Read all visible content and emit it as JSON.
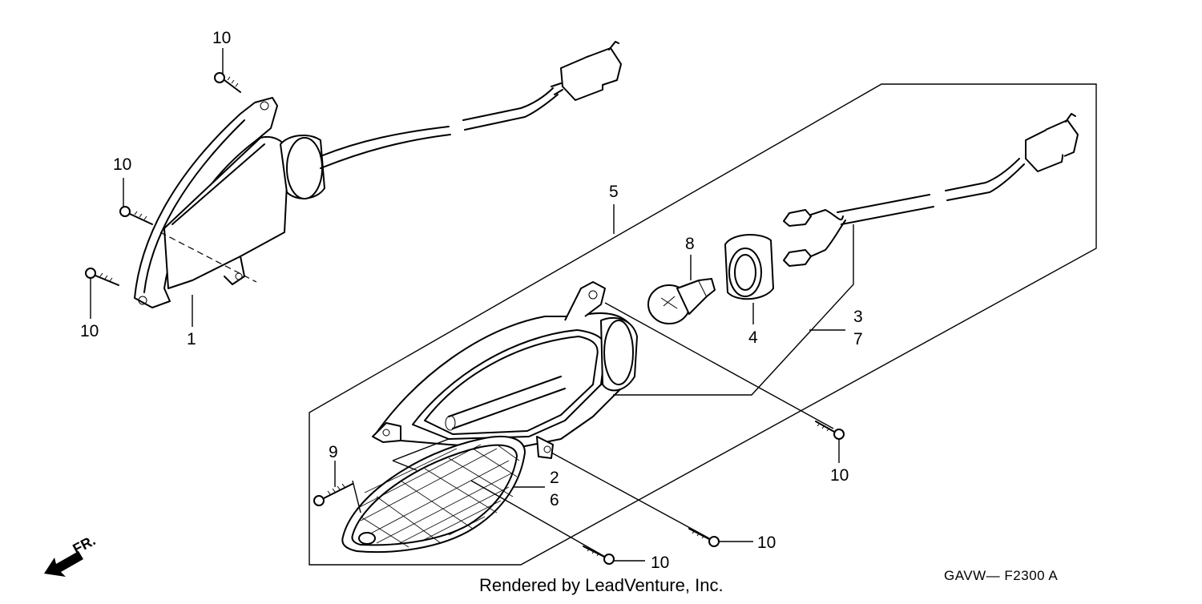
{
  "diagram": {
    "callouts": {
      "c1": "1",
      "c2": "2",
      "c3": "3",
      "c4": "4",
      "c5": "5",
      "c6": "6",
      "c7": "7",
      "c8": "8",
      "c9": "9",
      "c10": "10"
    },
    "direction_label": "FR.",
    "footer_credit": "Rendered by LeadVenture, Inc.",
    "diagram_code": "GAVW— F2300 A"
  }
}
